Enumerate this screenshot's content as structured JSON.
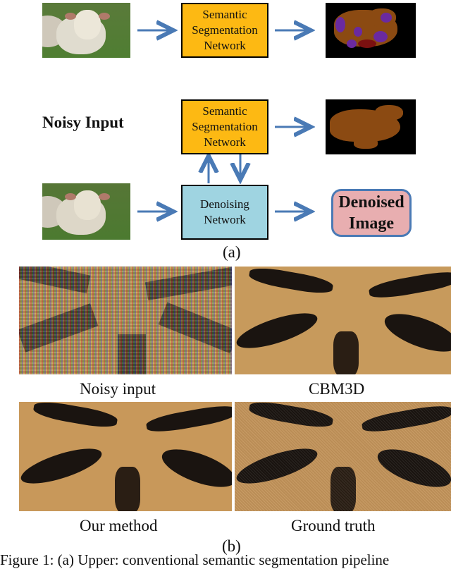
{
  "diagram": {
    "top_row": {
      "network_label": [
        "Semantic",
        "Segmentation",
        "Network"
      ]
    },
    "noisy_input_label": "Noisy Input",
    "middle_row": {
      "network_label": [
        "Semantic",
        "Segmentation",
        "Network"
      ]
    },
    "bottom_row": {
      "network_label": [
        "Denoising",
        "Network"
      ],
      "output_label": [
        "Denoised",
        "Image"
      ]
    },
    "caption": "(a)"
  },
  "comparison": {
    "panels": [
      {
        "label": "Noisy input"
      },
      {
        "label": "CBM3D"
      },
      {
        "label": "Our method"
      },
      {
        "label": "Ground truth"
      }
    ],
    "caption": "(b)"
  },
  "figure_caption": "Figure 1: (a) Upper: conventional semantic segmentation pipeline"
}
